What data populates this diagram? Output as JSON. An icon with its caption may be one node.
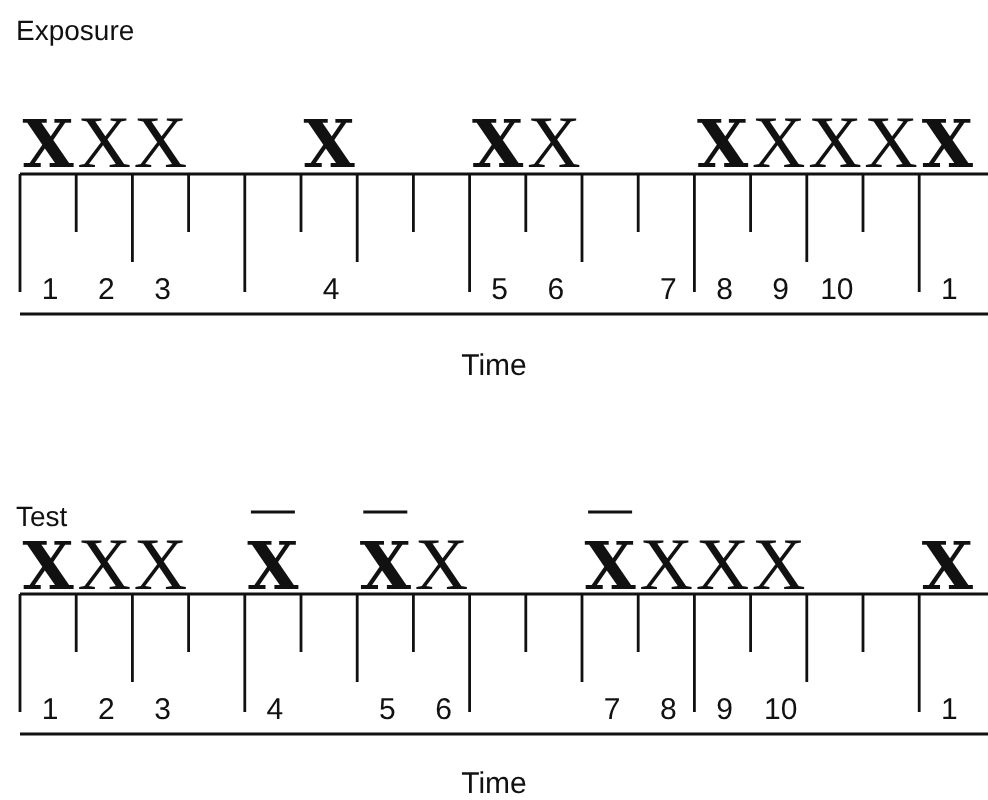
{
  "diagram": {
    "labels": [
      "Exposure",
      "X",
      "X",
      "X",
      "X",
      "X",
      "X",
      "X",
      "X",
      "X",
      "X",
      "X",
      "1",
      "2",
      "3",
      "4",
      "5",
      "6",
      "7",
      "8",
      "9",
      "10",
      "1",
      "Time",
      "Test",
      "X",
      "X",
      "X",
      "X",
      "X",
      "X",
      "X",
      "X",
      "X",
      "X",
      "X",
      "1",
      "2",
      "3",
      "4",
      "5",
      "6",
      "7",
      "8",
      "9",
      "10",
      "1",
      "Time"
    ]
  }
}
